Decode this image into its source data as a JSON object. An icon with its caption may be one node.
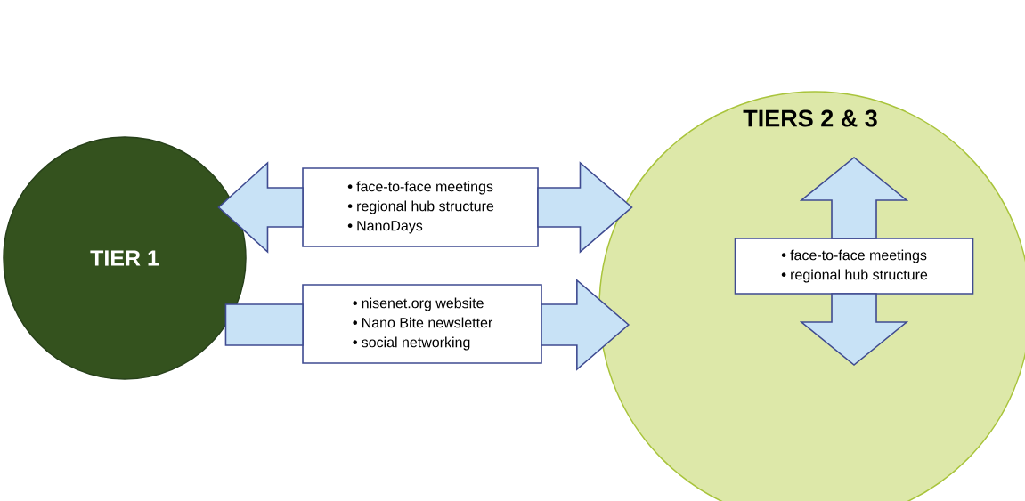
{
  "diagram": {
    "nodes": [
      {
        "text": [
          "TIER 1"
        ]
      },
      {
        "text": [
          "TIERS 2 & 3"
        ]
      },
      {
        "text": [
          "face-to-face meetings",
          "regional hub structure",
          "NanoDays"
        ]
      },
      {
        "text": [
          "nisenet.org website",
          "Nano Bite newsletter",
          "social networking"
        ]
      },
      {
        "text": [
          "face-to-face meetings",
          "regional hub structure"
        ],
        "in": 1
      }
    ],
    "edges": [
      {
        "from": 2,
        "to": 0,
        "arrow": "to"
      },
      {
        "from": 2,
        "to": 1,
        "arrow": "to"
      },
      {
        "from": 0,
        "to": 3,
        "arrow": "none"
      },
      {
        "from": 3,
        "to": 1,
        "arrow": "to"
      },
      {
        "from": 4,
        "to": null,
        "arrow": "to"
      },
      {
        "from": 4,
        "to": null,
        "arrow": "to"
      }
    ]
  }
}
